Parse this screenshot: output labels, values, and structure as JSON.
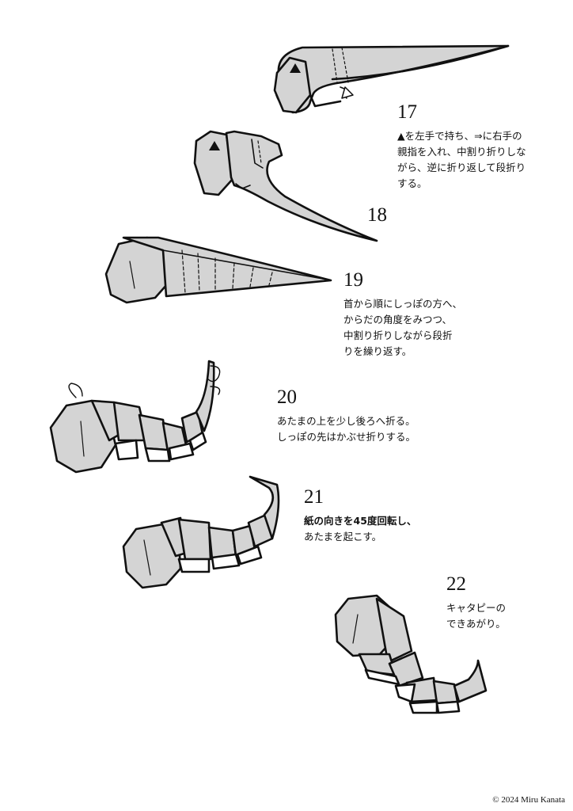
{
  "steps": [
    {
      "number": "17",
      "lines": [
        "▲を左手で持ち、⇒に右手の",
        "親指を入れ、中割り折りしな",
        "がら、逆に折り返して段折り",
        "する。"
      ]
    },
    {
      "number": "18"
    },
    {
      "number": "19",
      "lines": [
        "首から順にしっぽの方へ、",
        "からだの角度をみつつ、",
        "中割り折りしながら段折",
        "りを繰り返す。"
      ]
    },
    {
      "number": "20",
      "lines": [
        "あたまの上を少し後ろへ折る。",
        "しっぽの先はかぶせ折りする。"
      ]
    },
    {
      "number": "21",
      "lines": [
        "紙の向きを45度回転し、",
        "あたまを起こす。"
      ]
    },
    {
      "number": "22",
      "lines": [
        "キャタピーの",
        "できあがり。"
      ]
    }
  ],
  "copyright": "© 2024 Miru Kanata",
  "colors": {
    "paper_gray": "#d4d4d4",
    "ink": "#111111"
  }
}
